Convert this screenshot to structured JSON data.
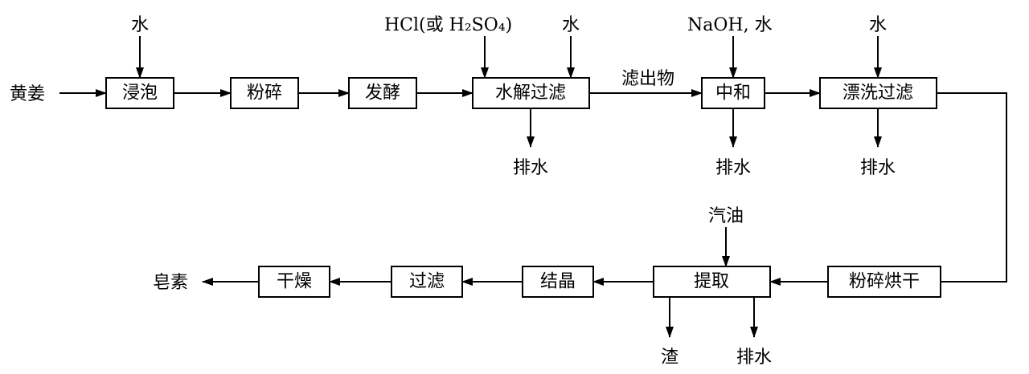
{
  "steps": {
    "soak": "浸泡",
    "crush": "粉碎",
    "ferment": "发酵",
    "hydrolysis_filter": "水解过滤",
    "neutralize": "中和",
    "rinse_filter": "漂洗过滤",
    "crush_dry": "粉碎烘干",
    "extract": "提取",
    "crystallize": "结晶",
    "filter": "过滤",
    "dry": "干燥"
  },
  "materials": {
    "raw": "黄姜",
    "product": "皂素",
    "water": "水",
    "acid": "HCl(或 H₂SO₄)",
    "base_water": "NaOH, 水",
    "gasoline": "汽油",
    "filtrate": "滤出物",
    "drain": "排水",
    "residue": "渣"
  }
}
